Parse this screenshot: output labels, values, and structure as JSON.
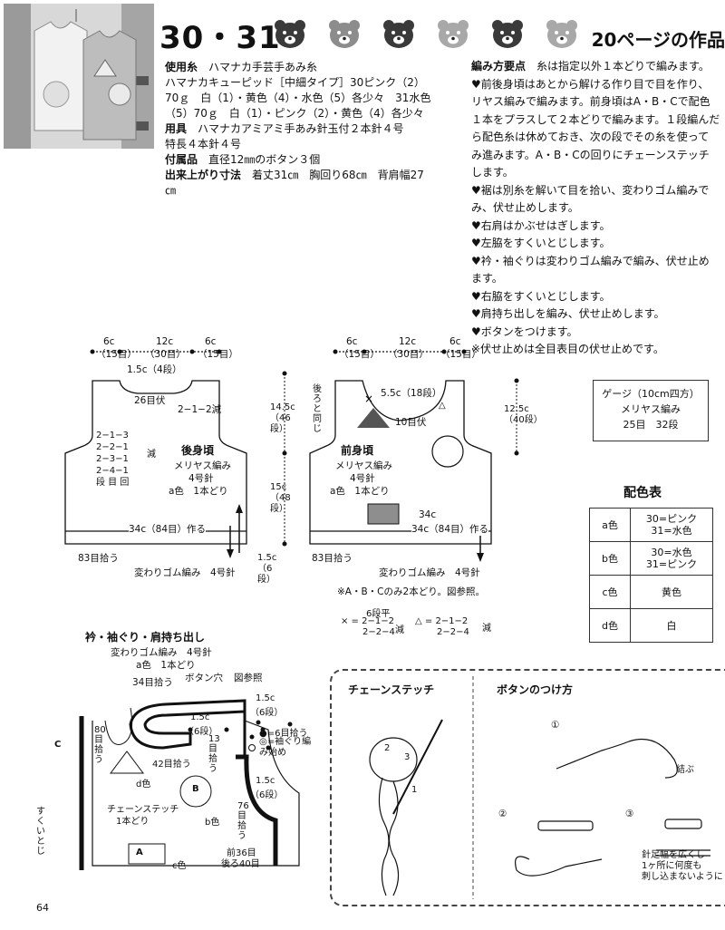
{
  "header": {
    "title_number": "30・31",
    "page_ref": "20ページの作品",
    "bears": [
      {
        "icon": "bear-face-icon",
        "color": "#3a3a3a"
      },
      {
        "icon": "bear-face-icon",
        "color": "#8c8c8c"
      },
      {
        "icon": "bear-face-icon",
        "color": "#3a3a3a"
      },
      {
        "icon": "bear-face-icon",
        "color": "#a8a8a8"
      },
      {
        "icon": "bear-face-icon",
        "color": "#3a3a3a"
      },
      {
        "icon": "bear-face-icon",
        "color": "#a8a8a8"
      }
    ]
  },
  "materials": {
    "yarn_label": "使用糸",
    "yarn_lines": [
      "ハマナカ手芸手あみ糸",
      "ハマナカキューピッド［中細タイプ］30ピンク（2）",
      "70ｇ　白（1）・黄色（4）・水色（5）各少々　31水色",
      "（5）70ｇ　白（1）・ピンク（2）・黄色（4）各少々"
    ],
    "tools_label": "用具",
    "tools_lines": [
      "ハマナカアミアミ手あみ針玉付２本針４号",
      "特長４本針４号"
    ],
    "notions_label": "付属品",
    "notions_text": "直径12㎜のボタン３個",
    "size_label": "出来上がり寸法",
    "size_lines": [
      "着丈31㎝　胸回り68㎝　背肩幅27",
      "㎝"
    ]
  },
  "points": {
    "label": "編み方要点",
    "lines": [
      "糸は指定以外１本どりで編みます。",
      "♥前後身頃はあとから解ける作り目で目を作り、",
      "リヤス編みで編みます。前身頃はA・B・Cで配色",
      "１本をプラスして２本どりで編みます。１段編んだ",
      "ら配色糸は休めておき、次の段でその糸を使って",
      "み進みます。A・B・Cの回りにチェーンステッチ",
      "します。",
      "♥裾は別糸を解いて目を拾い、変わりゴム編みで",
      "み、伏せ止めします。",
      "♥右肩はかぶせはぎします。",
      "♥左脇をすくいとじします。",
      "♥衿・袖ぐりは変わりゴム編みで編み、伏せ止め",
      "ます。",
      "♥右脇をすくいとじします。",
      "♥肩持ち出しを編み、伏せ止めします。",
      "♥ボタンをつけます。",
      "※伏せ止めは全目表目の伏せ止めです。"
    ]
  },
  "back": {
    "top_dims": [
      "6c",
      "12c",
      "6c"
    ],
    "top_counts": [
      "（15目）",
      "（30目）",
      "（15目）"
    ],
    "neck_depth": "1.5c（4段）",
    "neck_bind": "26目伏",
    "neck_dec": "2−1−2減",
    "armhole_dec": [
      "2−1−3",
      "2−2−1",
      "2−3−1",
      "2−4−1"
    ],
    "dec_suffix": "減",
    "dec_legend": "段 目 回",
    "name": "後身頃",
    "stitch": "メリヤス編み",
    "needle": "4号針",
    "yarn": "a色　1本どり",
    "width": "34c（84目）作る",
    "pickup": "83目拾う",
    "rib": "変わりゴム編み　4号針",
    "height_upper": "14.5c（46段）",
    "height_lower": "15c（48段）",
    "rib_height": "1.5c（6段）"
  },
  "front": {
    "top_dims": [
      "6c",
      "12c",
      "6c"
    ],
    "top_counts": [
      "（15目）",
      "（30目）",
      "（15目）"
    ],
    "side_note": "後ろと同じ",
    "neck_depth": "5.5c（18段）",
    "neck_bind": "10目伏",
    "name": "前身頃",
    "stitch": "メリヤス編み",
    "needle": "4号針",
    "yarn": "a色　1本どり",
    "width": "34c（84目）作る",
    "pickup": "83目拾う",
    "rib": "変わりゴム編み　4号針",
    "armhole_height": "12.5c（40段）",
    "note": "※A・B・Cのみ2本どり。図参照。"
  },
  "neck_dec": {
    "cross_top": "6段平",
    "cross_lines": [
      "2−1−2",
      "2−2−4"
    ],
    "tri_lines": [
      "2−1−2",
      "2−2−4"
    ],
    "suffix": "減"
  },
  "gauge": {
    "lines": [
      "ゲージ（10cm四方）",
      "メリヤス編み",
      "25目　32段"
    ]
  },
  "color_table": {
    "title": "配色表",
    "rows": [
      {
        "key": "a色",
        "val": [
          "30=ピンク",
          "31=水色"
        ]
      },
      {
        "key": "b色",
        "val": [
          "30=水色",
          "31=ピンク"
        ]
      },
      {
        "key": "c色",
        "val": [
          "黄色"
        ]
      },
      {
        "key": "d色",
        "val": [
          "白"
        ]
      }
    ]
  },
  "finish": {
    "title": "衿・袖ぐり・肩持ち出し",
    "rib": "変わりゴム編み　4号針",
    "yarn": "a色　1本どり",
    "pick34": "34目拾う",
    "buttonhole": "ボタン穴",
    "ref": "図参照",
    "c15a": "1.5c",
    "c15a_s": "（6段）",
    "mid15": "1.5c",
    "mid15_s": "（6段）",
    "pick80": "80目拾う",
    "pick42": "42目拾う",
    "pick13": "13目拾う",
    "legend_dot": "●=6目拾う",
    "legend_ring": "◎=袖ぐり編み始め",
    "c15b": "1.5c",
    "c15b_s": "（6段）",
    "d_color": "d色",
    "b_color": "b色",
    "c_color": "c色",
    "chain": "チェーンステッチ",
    "chain_yarn": "1本どり",
    "pick76": "76目拾う",
    "side": "すくいとじ",
    "front_back": [
      "前36目",
      "後ろ40目"
    ],
    "labels": [
      "A",
      "B",
      "C"
    ]
  },
  "chain_stitch": {
    "title": "チェーンステッチ",
    "nums": [
      "1",
      "2",
      "3"
    ]
  },
  "button_attach": {
    "title": "ボタンのつけ方",
    "steps": [
      "①",
      "②",
      "③"
    ],
    "knot": "結ぶ",
    "note": [
      "針足幅を広くし",
      "1ヶ所に何度も",
      "刺し込まないように"
    ]
  },
  "folio": "64"
}
